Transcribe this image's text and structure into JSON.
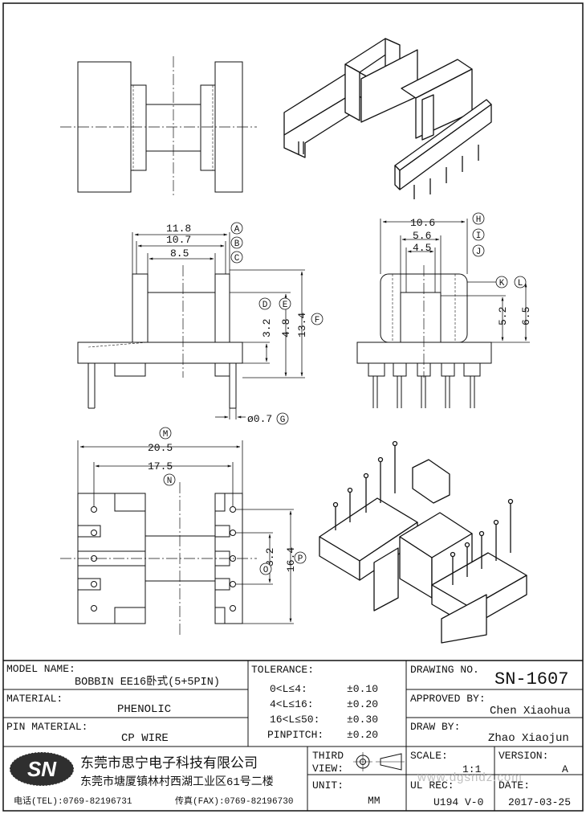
{
  "drawing": {
    "dims_side": {
      "A": "11.8",
      "B": "10.7",
      "C": "8.5",
      "D": "3.2",
      "E": "4.8",
      "F": "13.4",
      "G": "ø0.7"
    },
    "dims_front": {
      "H": "10.6",
      "I": "5.6",
      "J": "4.5",
      "K": "5.2",
      "L": "6.5"
    },
    "dims_bottom": {
      "M": "20.5",
      "N": "17.5",
      "O": "3.2",
      "P": "16.4"
    },
    "markers": [
      "A",
      "B",
      "C",
      "D",
      "E",
      "F",
      "G",
      "H",
      "I",
      "J",
      "K",
      "L",
      "M",
      "N",
      "O",
      "P"
    ]
  },
  "title_block": {
    "model_label": "MODEL NAME:",
    "model_value": "BOBBIN EE16卧式(5+5PIN)",
    "material_label": "MATERIAL:",
    "material_value": "PHENOLIC",
    "pin_material_label": "PIN MATERIAL:",
    "pin_material_value": "CP WIRE",
    "tolerance_label": "TOLERANCE:",
    "tolerances": [
      {
        "range": "0<L≤4:",
        "value": "±0.10"
      },
      {
        "range": "4<L≤16:",
        "value": "±0.20"
      },
      {
        "range": "16<L≤50:",
        "value": "±0.30"
      },
      {
        "range": "PINPITCH:",
        "value": "±0.20"
      }
    ],
    "drawing_no_label": "DRAWING NO.",
    "drawing_no": "SN-1607",
    "approved_label": "APPROVED BY:",
    "approved_by": "Chen  Xiaohua",
    "draw_label": "DRAW BY:",
    "draw_by": "Zhao  Xiaojun",
    "third_view_label1": "THIRD",
    "third_view_label2": "VIEW:",
    "unit_label": "UNIT:",
    "unit_value": "MM",
    "scale_label": "SCALE:",
    "scale_value": "1:1",
    "version_label": "VERSION:",
    "version_value": "A",
    "ul_label": "UL REC:",
    "ul_value": "U194 V-0",
    "date_label": "DATE:",
    "date_value": "2017-03-25",
    "watermark": "www.dgsndz.com"
  },
  "company": {
    "logo": "SN",
    "name": "东莞市思宁电子科技有限公司",
    "address": "东莞市塘厦镇林村西湖工业区61号二楼",
    "tel": "电话(TEL):0769-82196731",
    "fax": "传真(FAX):0769-82196730"
  }
}
